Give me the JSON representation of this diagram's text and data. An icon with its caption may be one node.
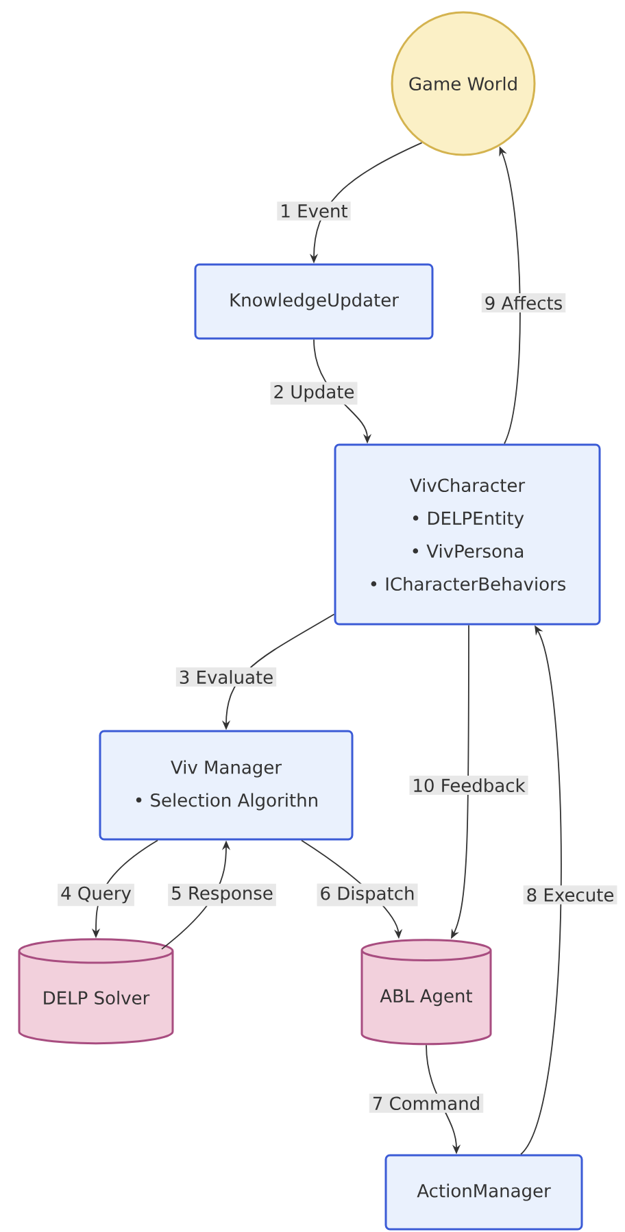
{
  "diagram": {
    "nodes": [
      {
        "text": [
          "Game World"
        ]
      },
      {
        "text": [
          "KnowledgeUpdater"
        ]
      },
      {
        "text": [
          "VivCharacter",
          "• DELPEntity",
          "• VivPersona",
          "• ICharacterBehaviors"
        ]
      },
      {
        "text": [
          "Viv Manager",
          "• Selection Algorithn"
        ]
      },
      {
        "text": [
          "DELP Solver"
        ]
      },
      {
        "text": [
          "ABL Agent"
        ]
      },
      {
        "text": [
          "ActionManager"
        ]
      }
    ],
    "edges": [
      {
        "from": 0,
        "to": 1,
        "arrow": "to",
        "label": "1 Event"
      },
      {
        "from": 1,
        "to": 2,
        "arrow": "to",
        "label": "2 Update"
      },
      {
        "from": 2,
        "to": 3,
        "arrow": "to",
        "label": "3 Evaluate"
      },
      {
        "from": 3,
        "to": 4,
        "arrow": "to",
        "label": "4 Query"
      },
      {
        "from": 4,
        "to": 3,
        "arrow": "to",
        "label": "5 Response"
      },
      {
        "from": 3,
        "to": 5,
        "arrow": "to",
        "label": "6 Dispatch"
      },
      {
        "from": 5,
        "to": 6,
        "arrow": "to",
        "label": "7 Command"
      },
      {
        "from": 6,
        "to": 2,
        "arrow": "to",
        "label": "8 Execute"
      },
      {
        "from": 2,
        "to": 0,
        "arrow": "to",
        "label": "9 Affects"
      },
      {
        "from": 2,
        "to": 5,
        "arrow": "to",
        "label": "10 Feedback"
      }
    ]
  }
}
